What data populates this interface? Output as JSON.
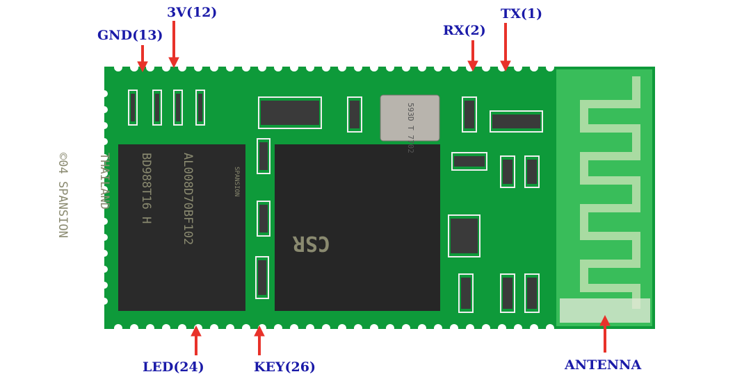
{
  "labels": {
    "gnd": "GND(13)",
    "v3": "3V(12)",
    "rx": "RX(2)",
    "tx": "TX(1)",
    "led": "LED(24)",
    "key": "KEY(26)",
    "antenna": "ANTENNA"
  },
  "flash_chip": {
    "logo": "SPANSION",
    "lines": [
      "AL008D70BF102",
      "BD988T16 H",
      "THAILAND",
      "©04 SPANSION"
    ]
  },
  "bt_chip": {
    "logo": "CSR"
  },
  "crystal": {
    "text": "593D T 7702"
  },
  "colors": {
    "label": "#1a1aa8",
    "arrow": "#e8322a",
    "pcb": "#0e9a3a",
    "antenna": "#33b855",
    "chip": "#222222"
  }
}
